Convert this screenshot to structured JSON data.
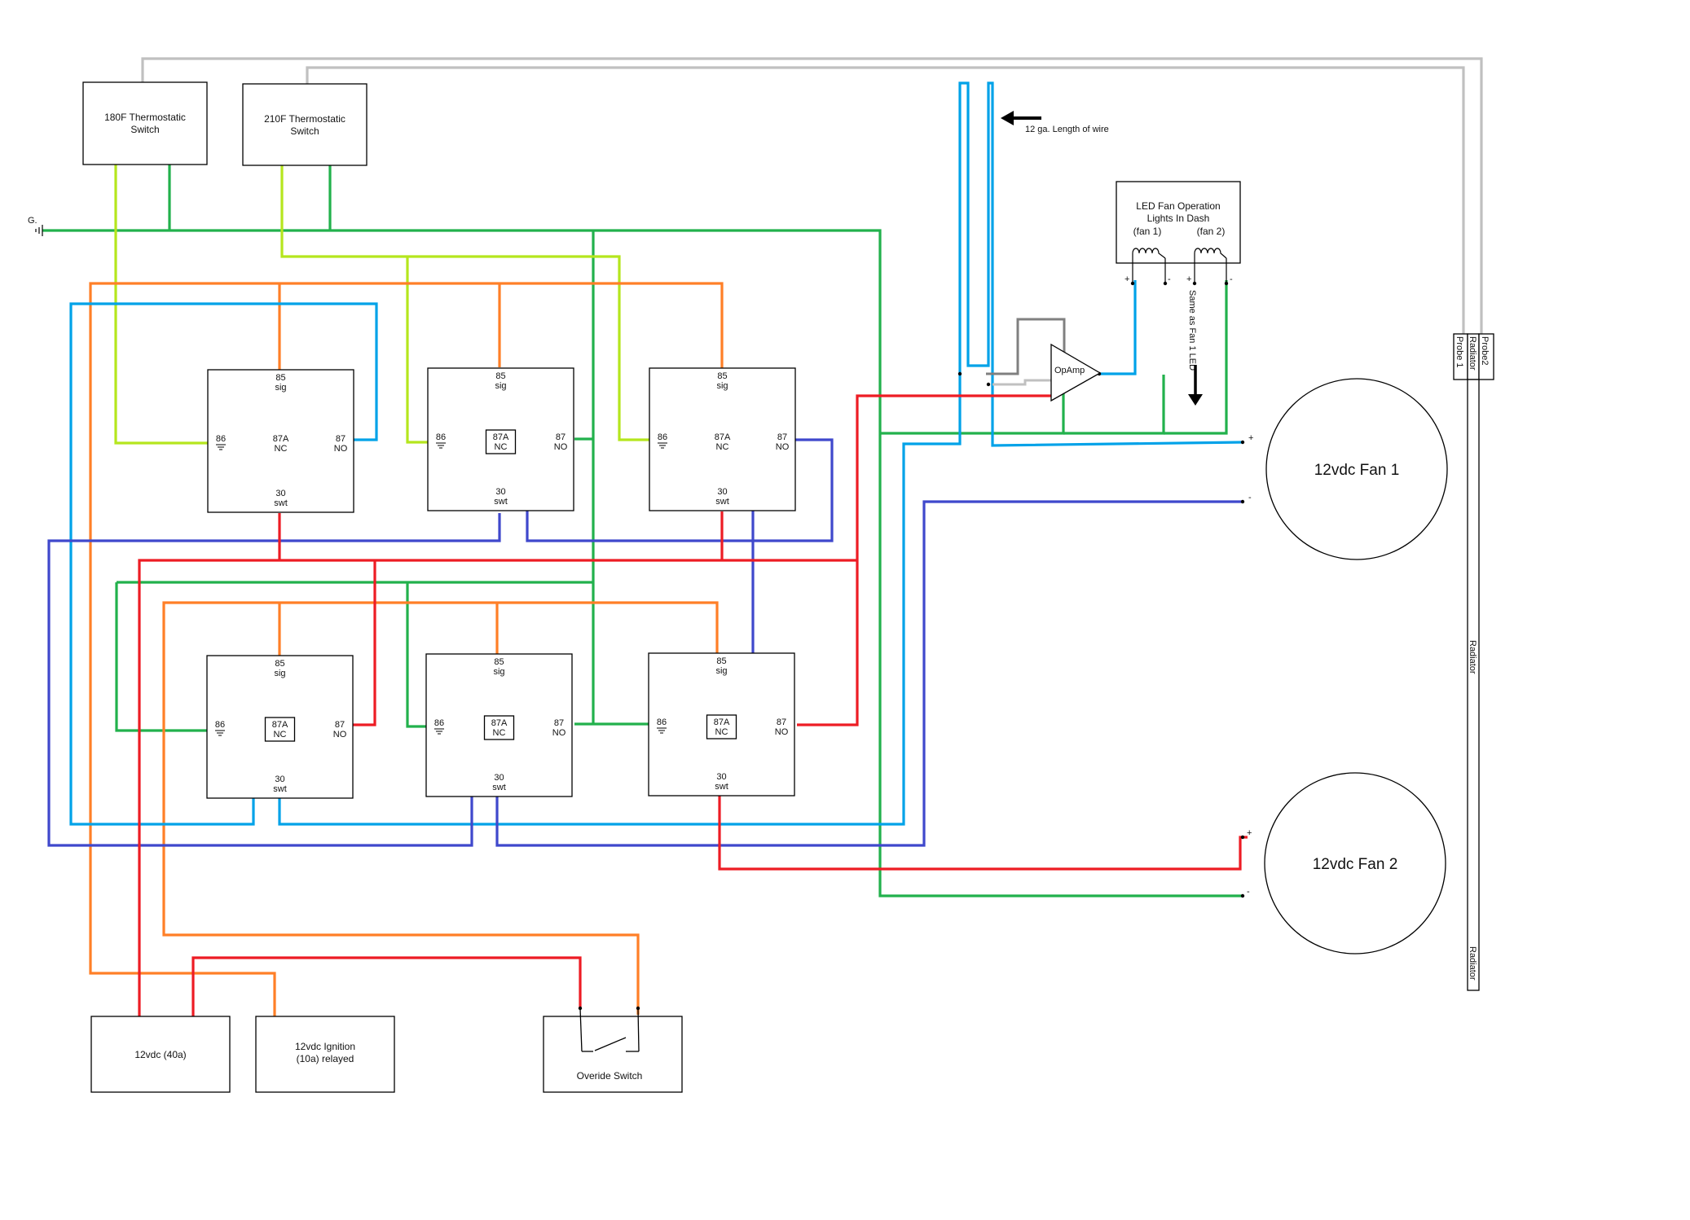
{
  "colors": {
    "gray": "#c0c0c0",
    "green": "#22b14c",
    "lime": "#b5e61d",
    "orange": "#ff7f27",
    "blue": "#00a2e8",
    "navy": "#3f48cc",
    "red": "#ed1c24",
    "darkgray": "#808080"
  },
  "thermostats": {
    "t180": [
      "180F Thermostatic",
      "Switch"
    ],
    "t210": [
      "210F Thermostatic",
      "Switch"
    ]
  },
  "ground_label": "G.",
  "wire_note": "12 ga. Length of wire",
  "led": {
    "lines": [
      "LED Fan Operation",
      "Lights In Dash"
    ],
    "fan1": "(fan 1)",
    "fan2": "(fan 2)",
    "plus": "+",
    "minus": "-",
    "same_note": "Same as Fan 1 LED"
  },
  "opamp_label": "OpAmp",
  "relay": {
    "pin85": "85",
    "sig": "sig",
    "pin86": "86",
    "pin87a": "87A",
    "nc": "NC",
    "pin87": "87",
    "no": "NO",
    "pin30": "30",
    "swt": "swt"
  },
  "fans": {
    "fan1": "12vdc Fan 1",
    "fan2": "12vdc Fan  2",
    "plus": "+",
    "minus": "-"
  },
  "radiator": {
    "probe1": "Probe 1",
    "radiator_top": "Radiator",
    "probe2": "Probe2",
    "radiator_mid": "Radiator",
    "radiator_bottom": "Radiator"
  },
  "power": {
    "battery": "12vdc (40a)",
    "ignition": [
      "12vdc Ignition",
      "(10a) relayed"
    ],
    "override": "Overide Switch"
  }
}
